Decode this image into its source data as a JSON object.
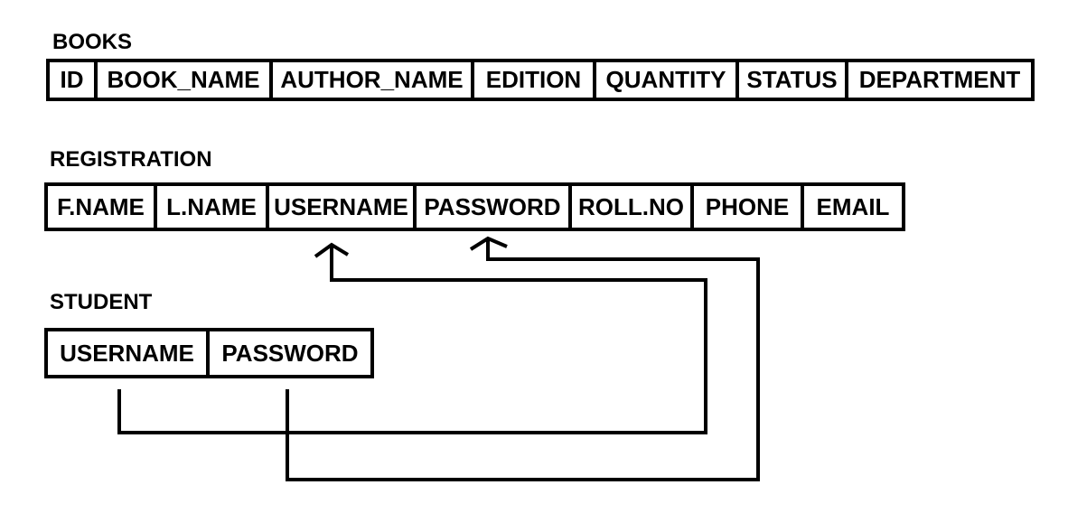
{
  "books": {
    "title": "BOOKS",
    "columns": [
      "ID",
      "BOOK_NAME",
      "AUTHOR_NAME",
      "EDITION",
      "QUANTITY",
      "STATUS",
      "DEPARTMENT"
    ]
  },
  "registration": {
    "title": "REGISTRATION",
    "columns": [
      "F.NAME",
      "L.NAME",
      "USERNAME",
      "PASSWORD",
      "ROLL.NO",
      "PHONE",
      "EMAIL"
    ]
  },
  "student": {
    "title": "STUDENT",
    "columns": [
      "USERNAME",
      "PASSWORD"
    ]
  }
}
